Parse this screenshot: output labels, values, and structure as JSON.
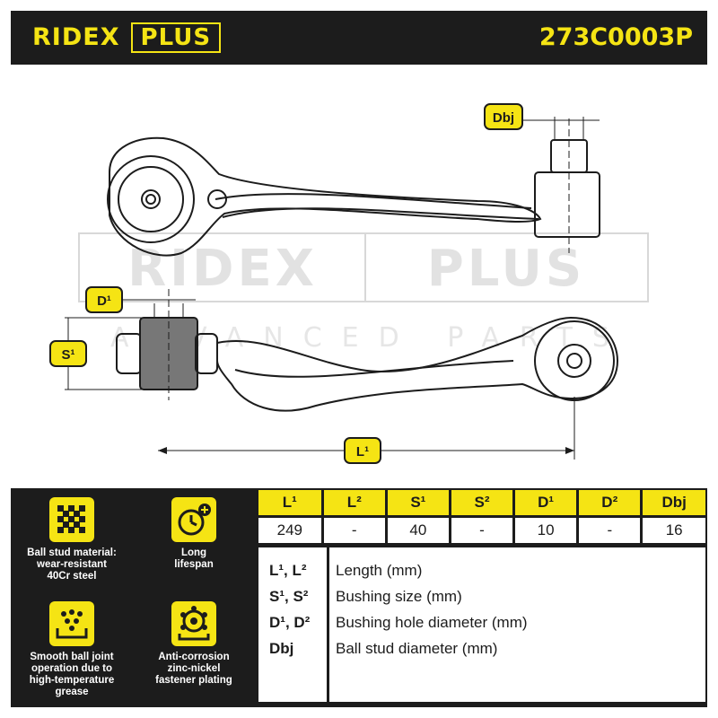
{
  "brand": {
    "name_part1": "RIDEX",
    "name_part2": "PLUS",
    "watermark_main": "RIDEX PLUS",
    "watermark_sub": "ADVANCED PARTS"
  },
  "part_code": "273C0003P",
  "colors": {
    "accent": "#f5e414",
    "dark": "#1c1c1c",
    "light": "#ffffff"
  },
  "drawing_labels": {
    "dbj": "Dbj",
    "d1": "D¹",
    "s1": "S¹",
    "l1": "L¹"
  },
  "features": [
    {
      "icon": "ball-stud-material-icon",
      "text": [
        "Ball stud material:",
        "wear-resistant",
        "40Cr steel"
      ]
    },
    {
      "icon": "long-lifespan-clock-icon",
      "text": [
        "Long",
        "lifespan"
      ]
    },
    {
      "icon": "smooth-ball-joint-icon",
      "text": [
        "Smooth ball joint",
        "operation due to",
        "high-temperature",
        "grease"
      ]
    },
    {
      "icon": "anti-corrosion-plating-icon",
      "text": [
        "Anti-corrosion",
        "zinc-nickel",
        "fastener plating"
      ]
    }
  ],
  "spec_table": {
    "headers": [
      "L¹",
      "L²",
      "S¹",
      "S²",
      "D¹",
      "D²",
      "Dbj"
    ],
    "values": [
      "249",
      "-",
      "40",
      "-",
      "10",
      "-",
      "16"
    ]
  },
  "legend": [
    {
      "key": "L¹, L²",
      "desc": "Length (mm)"
    },
    {
      "key": "S¹, S²",
      "desc": "Bushing size (mm)"
    },
    {
      "key": "D¹, D²",
      "desc": "Bushing hole diameter (mm)"
    },
    {
      "key": "Dbj",
      "desc": "Ball stud diameter (mm)"
    }
  ]
}
